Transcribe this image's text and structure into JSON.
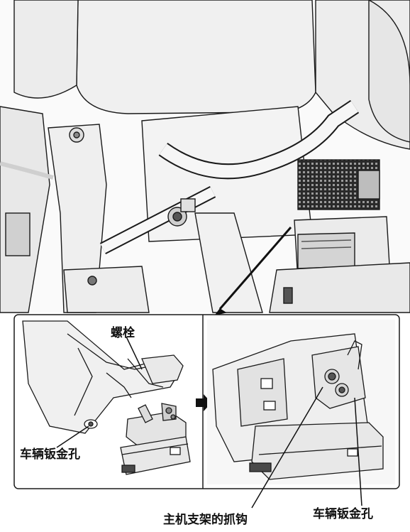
{
  "labels": {
    "bolt": "螺栓",
    "vehicle_hole_left": "车辆钣金孔",
    "bracket_hook": "主机支架的抓钩",
    "vehicle_hole_right": "车辆钣金孔"
  },
  "icons": {
    "direction": "right-arrow-icon"
  },
  "colors": {
    "line": "#1a1a1a",
    "panel_fill": "#f2f2f2",
    "part_fill": "#dcdcdc",
    "dark_part": "#4a4a4a"
  }
}
